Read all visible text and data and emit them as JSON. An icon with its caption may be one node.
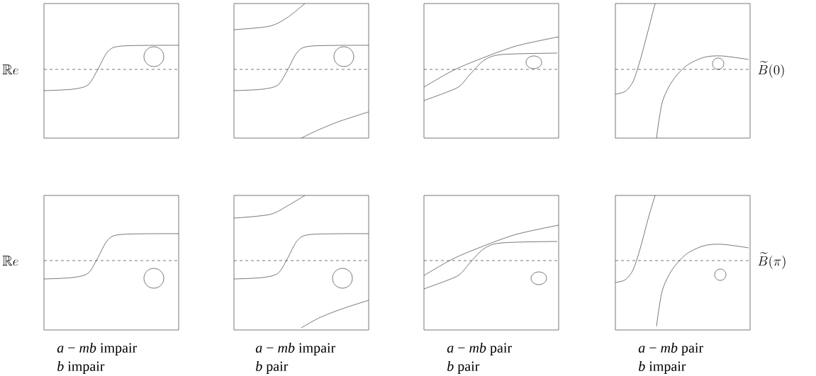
{
  "diagram": {
    "labels": [
      "\\mathbb{R}e",
      "\\widetilde{B}(0)",
      "\\mathbb{R}e",
      "\\widetilde{B}(\\pi)",
      "*a* − *mb* impair",
      "*b* impair",
      "*a* − *mb* impair",
      "*b* pair",
      "*a* − *mb* pair",
      "*b* pair",
      "*a* − *mb* pair",
      "*b* impair"
    ]
  }
}
